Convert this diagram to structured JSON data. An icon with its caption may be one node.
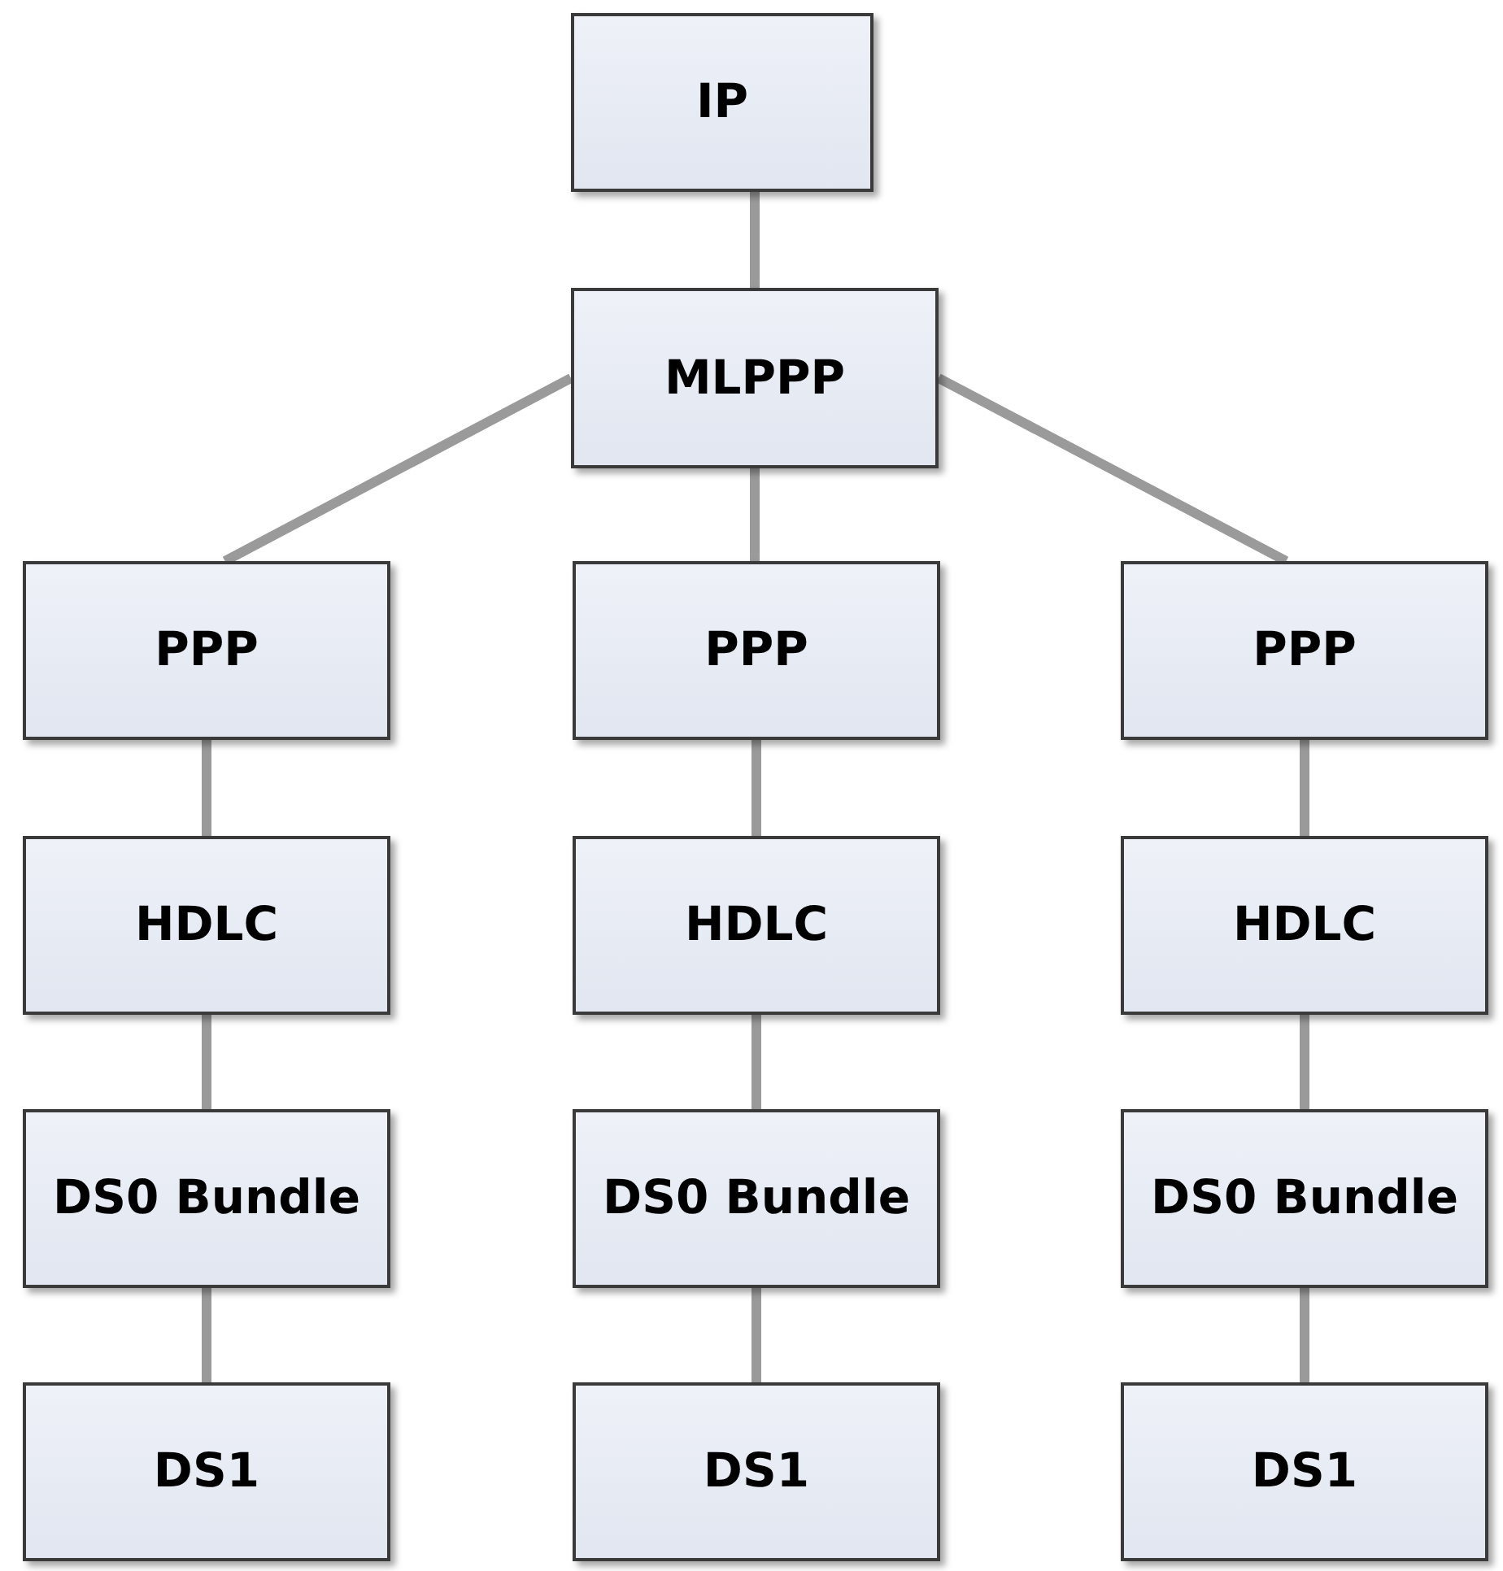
{
  "diagram": {
    "nodes": [
      {
        "text": [
          "IP"
        ]
      },
      {
        "text": [
          "MLPPP"
        ]
      },
      {
        "text": [
          "PPP"
        ]
      },
      {
        "text": [
          "PPP"
        ]
      },
      {
        "text": [
          "PPP"
        ]
      },
      {
        "text": [
          "HDLC"
        ]
      },
      {
        "text": [
          "HDLC"
        ]
      },
      {
        "text": [
          "HDLC"
        ]
      },
      {
        "text": [
          "DS0 Bundle"
        ]
      },
      {
        "text": [
          "DS0 Bundle"
        ]
      },
      {
        "text": [
          "DS0 Bundle"
        ]
      },
      {
        "text": [
          "DS1"
        ]
      },
      {
        "text": [
          "DS1"
        ]
      },
      {
        "text": [
          "DS1"
        ]
      }
    ],
    "edges": [
      {
        "from": 0,
        "to": 1,
        "arrow": "none"
      },
      {
        "from": 1,
        "to": 2,
        "arrow": "none"
      },
      {
        "from": 1,
        "to": 3,
        "arrow": "none"
      },
      {
        "from": 1,
        "to": 4,
        "arrow": "none"
      },
      {
        "from": 2,
        "to": 5,
        "arrow": "none"
      },
      {
        "from": 3,
        "to": 6,
        "arrow": "none"
      },
      {
        "from": 4,
        "to": 7,
        "arrow": "none"
      },
      {
        "from": 5,
        "to": 8,
        "arrow": "none"
      },
      {
        "from": 6,
        "to": 9,
        "arrow": "none"
      },
      {
        "from": 7,
        "to": 10,
        "arrow": "none"
      },
      {
        "from": 8,
        "to": 11,
        "arrow": "none"
      },
      {
        "from": 9,
        "to": 12,
        "arrow": "none"
      },
      {
        "from": 10,
        "to": 13,
        "arrow": "none"
      }
    ]
  }
}
